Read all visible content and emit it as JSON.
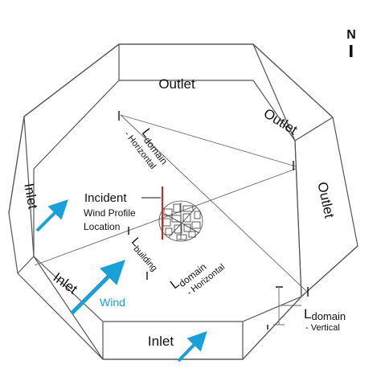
{
  "diagram": {
    "north": {
      "letter": "N"
    },
    "face_labels": {
      "outlet_top": "Outlet",
      "outlet_upper_right": "Outlet",
      "outlet_right": "Outlet",
      "inlet_left": "Inlet",
      "inlet_lower_left": "Inlet",
      "inlet_bottom": "Inlet"
    },
    "wind_label": "Wind",
    "incident": {
      "title": "Incident",
      "line1": "Wind Profile",
      "line2": "Location"
    },
    "dimensions": {
      "upper": {
        "main": "L",
        "sub": "domain",
        "suffix": "- Horizontal"
      },
      "lower": {
        "main": "L",
        "sub": "domain",
        "suffix": "- Horizontal"
      },
      "building": {
        "main": "L",
        "sub": "building"
      },
      "vertical": {
        "main": "L",
        "sub": "domain",
        "suffix": "- Vertical"
      }
    },
    "colors": {
      "wind_arrow": "#1aa0d8",
      "profile_line": "#d42020",
      "outline": "#555555"
    }
  }
}
